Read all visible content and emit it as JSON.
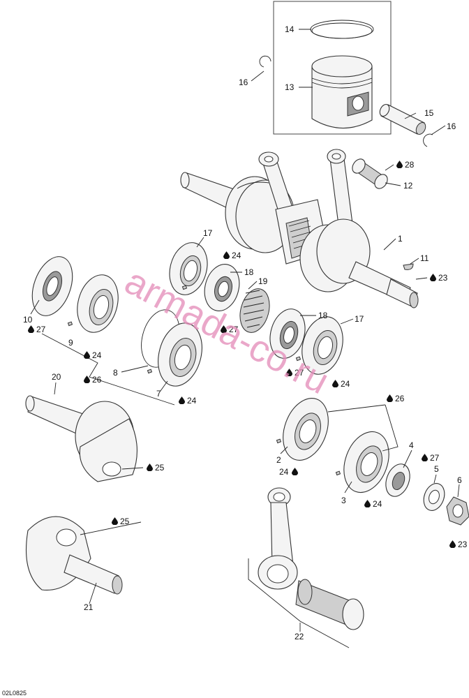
{
  "diagram": {
    "drawing_code": "02L0825",
    "watermark": "armada-co.ru",
    "callouts": [
      {
        "id": "c14",
        "text": "14"
      },
      {
        "id": "c13",
        "text": "13"
      },
      {
        "id": "c16a",
        "text": "16"
      },
      {
        "id": "c15",
        "text": "15"
      },
      {
        "id": "c16b",
        "text": "16"
      },
      {
        "id": "c28",
        "text": "28"
      },
      {
        "id": "c12",
        "text": "12"
      },
      {
        "id": "c17a",
        "text": "17"
      },
      {
        "id": "c24a",
        "text": "24"
      },
      {
        "id": "c18a",
        "text": "18"
      },
      {
        "id": "c19",
        "text": "19"
      },
      {
        "id": "c1",
        "text": "1"
      },
      {
        "id": "c11",
        "text": "11"
      },
      {
        "id": "c23a",
        "text": "23"
      },
      {
        "id": "c10",
        "text": "10"
      },
      {
        "id": "c27a",
        "text": "27"
      },
      {
        "id": "c9",
        "text": "9"
      },
      {
        "id": "c24b",
        "text": "24"
      },
      {
        "id": "c27b",
        "text": "27"
      },
      {
        "id": "c18b",
        "text": "18"
      },
      {
        "id": "c17b",
        "text": "17"
      },
      {
        "id": "c8",
        "text": "8"
      },
      {
        "id": "c26a",
        "text": "26"
      },
      {
        "id": "c27c",
        "text": "27"
      },
      {
        "id": "c24c",
        "text": "24"
      },
      {
        "id": "c7",
        "text": "7"
      },
      {
        "id": "c24d",
        "text": "24"
      },
      {
        "id": "c20",
        "text": "20"
      },
      {
        "id": "c26b",
        "text": "26"
      },
      {
        "id": "c25a",
        "text": "25"
      },
      {
        "id": "c2",
        "text": "2"
      },
      {
        "id": "c24e",
        "text": "24"
      },
      {
        "id": "c4",
        "text": "4"
      },
      {
        "id": "c27d",
        "text": "27"
      },
      {
        "id": "c5",
        "text": "5"
      },
      {
        "id": "c6",
        "text": "6"
      },
      {
        "id": "c3",
        "text": "3"
      },
      {
        "id": "c24f",
        "text": "24"
      },
      {
        "id": "c23b",
        "text": "23"
      },
      {
        "id": "c25b",
        "text": "25"
      },
      {
        "id": "c21",
        "text": "21"
      },
      {
        "id": "c22",
        "text": "22"
      }
    ]
  }
}
